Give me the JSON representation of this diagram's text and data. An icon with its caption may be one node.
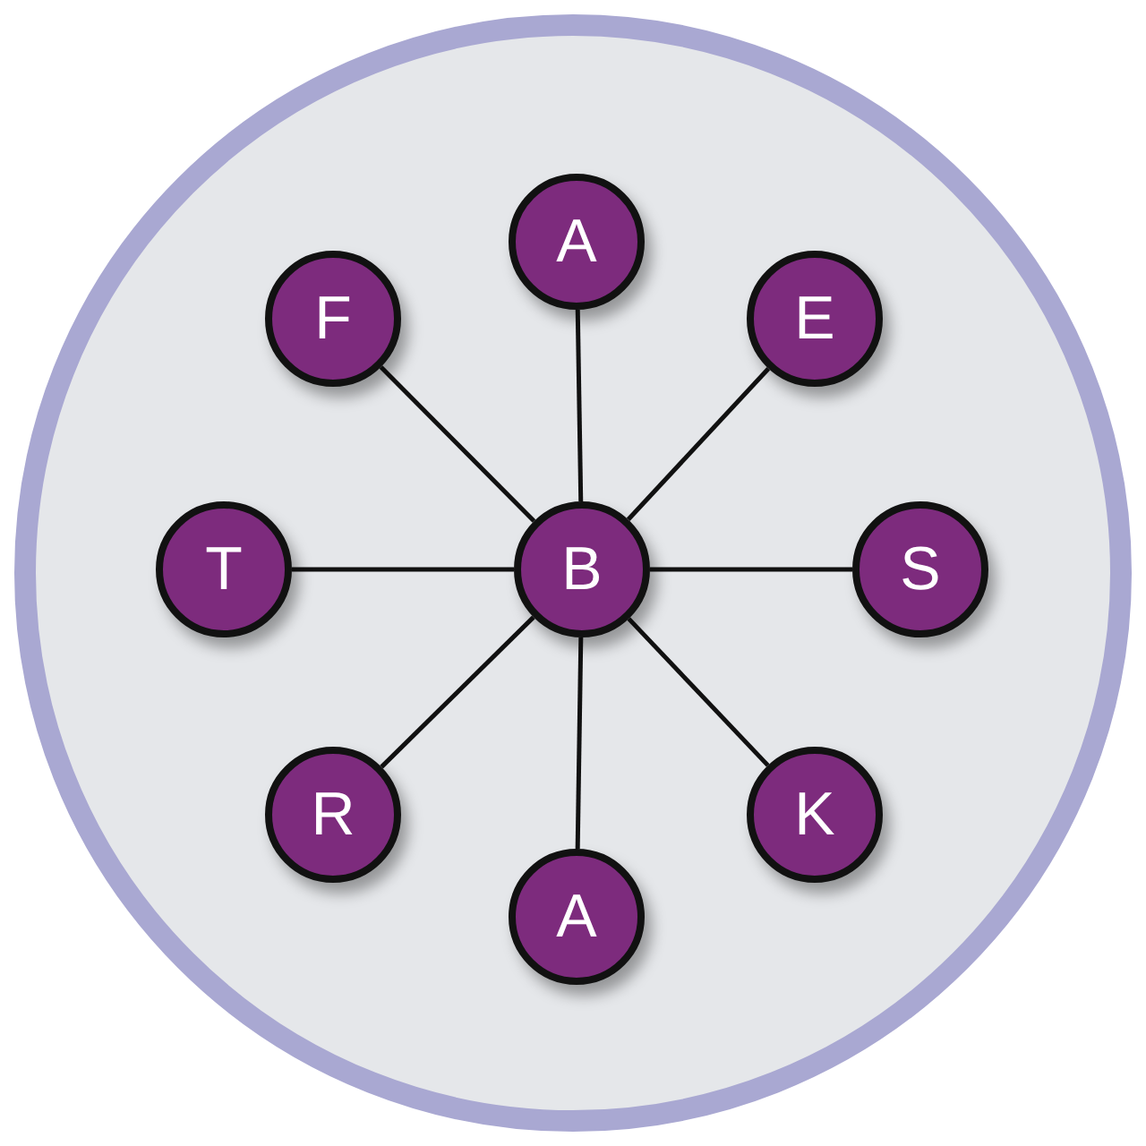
{
  "diagram": {
    "nodes": [
      {
        "text": [
          "A"
        ]
      },
      {
        "text": [
          "F"
        ]
      },
      {
        "text": [
          "E"
        ]
      },
      {
        "text": [
          "T"
        ]
      },
      {
        "text": [
          "B"
        ]
      },
      {
        "text": [
          "S"
        ]
      },
      {
        "text": [
          "R"
        ]
      },
      {
        "text": [
          "K"
        ]
      },
      {
        "text": [
          "A"
        ]
      }
    ],
    "edges": [
      {
        "from": 4,
        "to": 0,
        "arrow": "none"
      },
      {
        "from": 4,
        "to": 1,
        "arrow": "none"
      },
      {
        "from": 4,
        "to": 2,
        "arrow": "none"
      },
      {
        "from": 4,
        "to": 3,
        "arrow": "none"
      },
      {
        "from": 4,
        "to": 5,
        "arrow": "none"
      },
      {
        "from": 4,
        "to": 6,
        "arrow": "none"
      },
      {
        "from": 4,
        "to": 7,
        "arrow": "none"
      },
      {
        "from": 4,
        "to": 8,
        "arrow": "none"
      }
    ]
  }
}
